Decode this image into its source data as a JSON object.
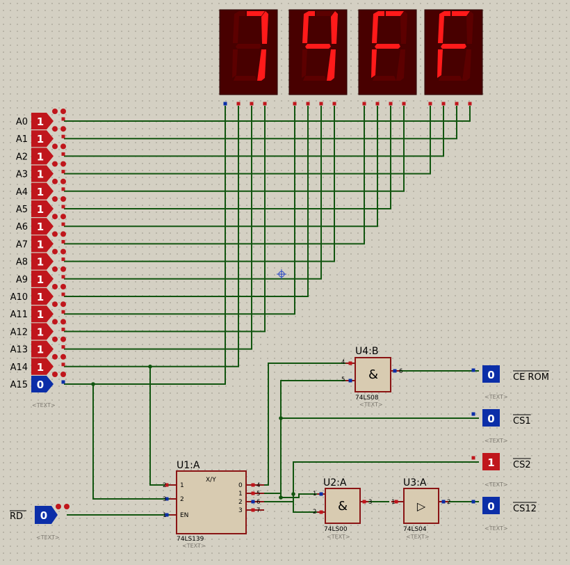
{
  "displays": {
    "colors": {
      "frame": "#480000",
      "lit": "#ff1a1a",
      "dim": "#5c0000"
    },
    "digits": [
      {
        "segments": [
          1,
          1,
          1,
          0,
          0,
          0,
          0
        ]
      },
      {
        "segments": [
          0,
          1,
          1,
          0,
          0,
          1,
          1
        ]
      },
      {
        "segments": [
          1,
          0,
          0,
          0,
          1,
          1,
          1
        ]
      },
      {
        "segments": [
          1,
          0,
          0,
          0,
          1,
          1,
          1
        ]
      }
    ]
  },
  "address_inputs": [
    {
      "name": "A0",
      "state": "1"
    },
    {
      "name": "A1",
      "state": "1"
    },
    {
      "name": "A2",
      "state": "1"
    },
    {
      "name": "A3",
      "state": "1"
    },
    {
      "name": "A4",
      "state": "1"
    },
    {
      "name": "A5",
      "state": "1"
    },
    {
      "name": "A6",
      "state": "1"
    },
    {
      "name": "A7",
      "state": "1"
    },
    {
      "name": "A8",
      "state": "1"
    },
    {
      "name": "A9",
      "state": "1"
    },
    {
      "name": "A10",
      "state": "1"
    },
    {
      "name": "A11",
      "state": "1"
    },
    {
      "name": "A12",
      "state": "1"
    },
    {
      "name": "A13",
      "state": "1"
    },
    {
      "name": "A14",
      "state": "1"
    },
    {
      "name": "A15",
      "state": "0"
    }
  ],
  "rd_input": {
    "name": "RD",
    "state": "0"
  },
  "chips": {
    "u1": {
      "title": "U1:A",
      "part": "74LS139",
      "placeholder": "<TEXT>",
      "header": "X/Y",
      "inputs": [
        {
          "pin": "2",
          "label": "1"
        },
        {
          "pin": "3",
          "label": "2"
        },
        {
          "pin": "1",
          "label": "EN"
        }
      ],
      "outputs": [
        {
          "pin": "4",
          "label": "0"
        },
        {
          "pin": "5",
          "label": "1"
        },
        {
          "pin": "6",
          "label": "2"
        },
        {
          "pin": "7",
          "label": "3"
        }
      ]
    },
    "u4": {
      "title": "U4:B",
      "part": "74LS08",
      "placeholder": "<TEXT>",
      "symbol": "&",
      "pins": [
        "4",
        "5",
        "6"
      ]
    },
    "u2": {
      "title": "U2:A",
      "part": "74LS00",
      "placeholder": "<TEXT>",
      "symbol": "&",
      "pins": [
        "1",
        "2",
        "3"
      ]
    },
    "u3": {
      "title": "U3:A",
      "part": "74LS04",
      "placeholder": "<TEXT>",
      "symbol": "▷",
      "pins": [
        "1",
        "2"
      ]
    }
  },
  "outputs": [
    {
      "name": "CE ROM",
      "state": "0"
    },
    {
      "name": "CS1",
      "state": "0"
    },
    {
      "name": "CS2",
      "state": "1"
    },
    {
      "name": "CS12",
      "state": "0"
    }
  ],
  "placeholder_text": "<TEXT>",
  "colors": {
    "wire": "#11550f",
    "high": "#c0161c",
    "low": "#0b2ea8",
    "chip_body": "#d8cbb1",
    "background": "#d4d0c3"
  }
}
